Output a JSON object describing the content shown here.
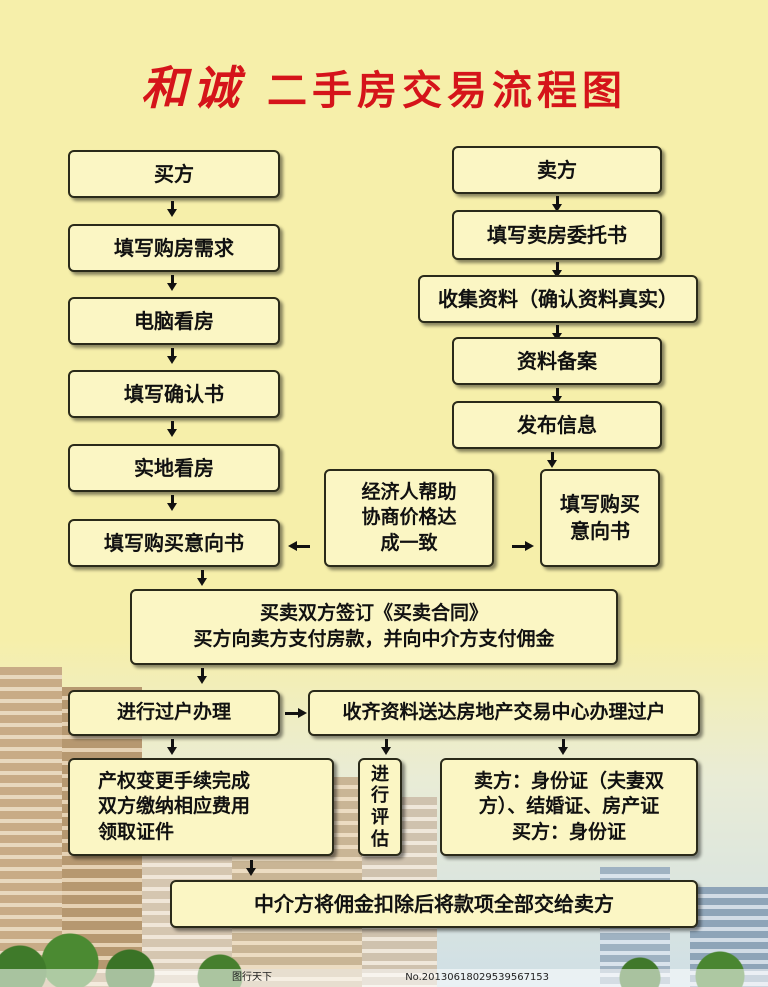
{
  "title": {
    "brand": "和诚",
    "main": "二手房交易流程图"
  },
  "buyer": {
    "start": "买方",
    "step1": "填写购房需求",
    "step2": "电脑看房",
    "step3": "填写确认书",
    "step4": "实地看房",
    "step5": "填写购买意向书"
  },
  "seller": {
    "start": "卖方",
    "step1": "填写卖房委托书",
    "step2": "收集资料（确认资料真实）",
    "step3": "资料备案",
    "step4": "发布信息",
    "step5_l1": "填写购买",
    "step5_l2": "意向书"
  },
  "agent": {
    "l1": "经济人帮助",
    "l2": "协商价格达",
    "l3": "成一致"
  },
  "contract": {
    "l1": "买卖双方签订《买卖合同》",
    "l2": "买方向卖方支付房款，并向中介方支付佣金"
  },
  "transfer": {
    "process": "进行过户办理",
    "submit": "收齐资料送达房地产交易中心办理过户",
    "result_l1": "产权变更手续完成",
    "result_l2": "双方缴纳相应费用",
    "result_l3": "领取证件",
    "assess_chars": [
      "进",
      "行",
      "评",
      "估"
    ],
    "docs_l1": "卖方：身份证（夫妻双",
    "docs_l2": "方）、结婚证、房产证",
    "docs_l3": "买方：身份证"
  },
  "final": "中介方将佣金扣除后将款项全部交给卖方",
  "footer": {
    "site": "图行天下",
    "id": "No.20130618029539567153"
  },
  "colors": {
    "background": "#f6efaa",
    "box": "#fbf6c4",
    "title": "#d5141a"
  }
}
